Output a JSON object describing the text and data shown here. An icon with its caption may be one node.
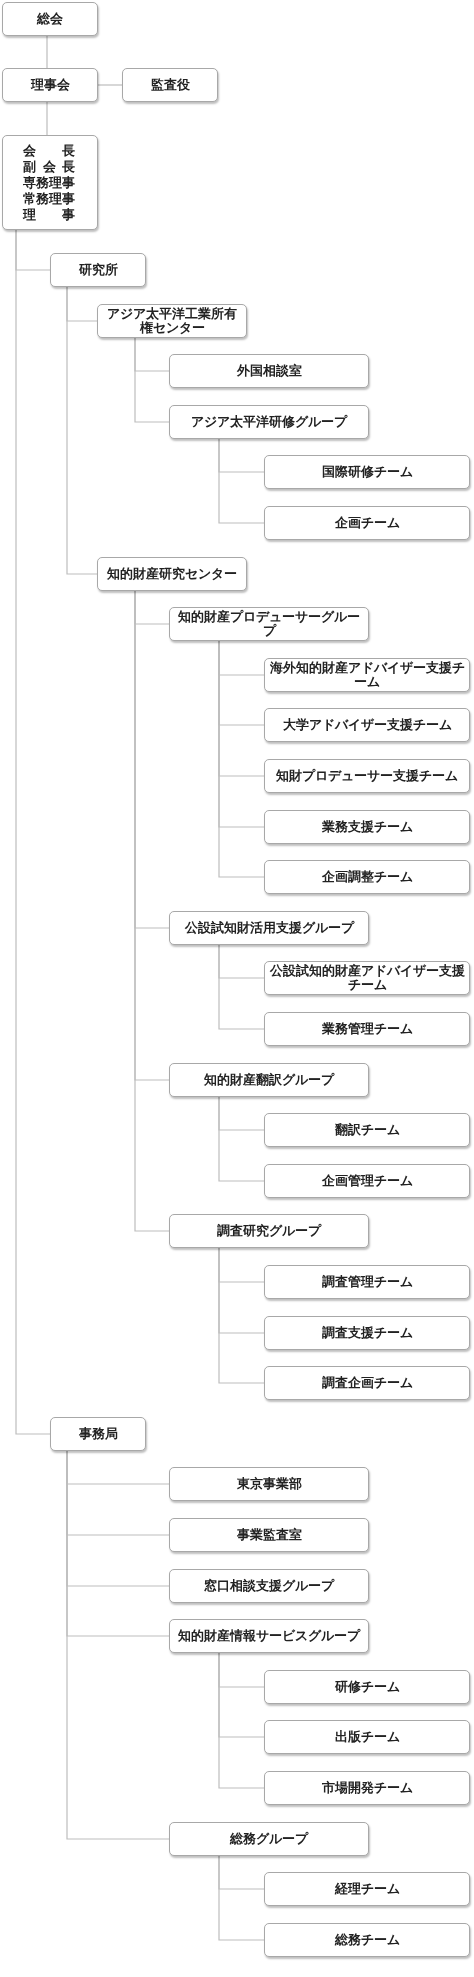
{
  "diagram": {
    "nodes": [
      {
        "text": [
          "総会"
        ]
      },
      {
        "text": [
          "理事会"
        ]
      },
      {
        "text": [
          "監査役"
        ]
      },
      {
        "text": [
          "会長",
          "副会長",
          "専務理事",
          "常務理事",
          "理事"
        ]
      },
      {
        "text": [
          "研究所"
        ]
      },
      {
        "text": [
          "アジア太平洋工業所有権センター"
        ]
      },
      {
        "text": [
          "外国相談室"
        ]
      },
      {
        "text": [
          "アジア太平洋研修グループ"
        ]
      },
      {
        "text": [
          "国際研修チーム"
        ]
      },
      {
        "text": [
          "企画チーム"
        ]
      },
      {
        "text": [
          "知的財産研究センター"
        ]
      },
      {
        "text": [
          "知的財産プロデューサーグループ"
        ]
      },
      {
        "text": [
          "海外知的財産アドバイザー支援チーム"
        ]
      },
      {
        "text": [
          "大学アドバイザー支援チーム"
        ]
      },
      {
        "text": [
          "知財プロデューサー支援チーム"
        ]
      },
      {
        "text": [
          "業務支援チーム"
        ]
      },
      {
        "text": [
          "企画調整チーム"
        ]
      },
      {
        "text": [
          "公設試知財活用支援グループ"
        ]
      },
      {
        "text": [
          "公設試知的財産アドバイザー支援チーム"
        ]
      },
      {
        "text": [
          "業務管理チーム"
        ]
      },
      {
        "text": [
          "知的財産翻訳グループ"
        ]
      },
      {
        "text": [
          "翻訳チーム"
        ]
      },
      {
        "text": [
          "企画管理チーム"
        ]
      },
      {
        "text": [
          "調査研究グループ"
        ]
      },
      {
        "text": [
          "調査管理チーム"
        ]
      },
      {
        "text": [
          "調査支援チーム"
        ]
      },
      {
        "text": [
          "調査企画チーム"
        ]
      },
      {
        "text": [
          "事務局"
        ]
      },
      {
        "text": [
          "東京事業部"
        ]
      },
      {
        "text": [
          "事業監査室"
        ]
      },
      {
        "text": [
          "窓口相談支援グループ"
        ]
      },
      {
        "text": [
          "知的財産情報サービスグループ"
        ]
      },
      {
        "text": [
          "研修チーム"
        ]
      },
      {
        "text": [
          "出版チーム"
        ]
      },
      {
        "text": [
          "市場開発チーム"
        ]
      },
      {
        "text": [
          "総務グループ"
        ]
      },
      {
        "text": [
          "経理チーム"
        ]
      },
      {
        "text": [
          "総務チーム"
        ]
      }
    ],
    "edges": [
      {
        "from": 0,
        "to": 1,
        "arrow": "none"
      },
      {
        "from": 1,
        "to": 2,
        "arrow": "none"
      },
      {
        "from": 1,
        "to": 3,
        "arrow": "none"
      },
      {
        "from": 3,
        "to": 4,
        "arrow": "none"
      },
      {
        "from": 3,
        "to": 27,
        "arrow": "none"
      },
      {
        "from": 4,
        "to": 5,
        "arrow": "none"
      },
      {
        "from": 4,
        "to": 10,
        "arrow": "none"
      },
      {
        "from": 5,
        "to": 6,
        "arrow": "none"
      },
      {
        "from": 5,
        "to": 7,
        "arrow": "none"
      },
      {
        "from": 7,
        "to": 8,
        "arrow": "none"
      },
      {
        "from": 7,
        "to": 9,
        "arrow": "none"
      },
      {
        "from": 10,
        "to": 11,
        "arrow": "none"
      },
      {
        "from": 10,
        "to": 17,
        "arrow": "none"
      },
      {
        "from": 10,
        "to": 20,
        "arrow": "none"
      },
      {
        "from": 10,
        "to": 23,
        "arrow": "none"
      },
      {
        "from": 11,
        "to": 12,
        "arrow": "none"
      },
      {
        "from": 11,
        "to": 13,
        "arrow": "none"
      },
      {
        "from": 11,
        "to": 14,
        "arrow": "none"
      },
      {
        "from": 11,
        "to": 15,
        "arrow": "none"
      },
      {
        "from": 11,
        "to": 16,
        "arrow": "none"
      },
      {
        "from": 17,
        "to": 18,
        "arrow": "none"
      },
      {
        "from": 17,
        "to": 19,
        "arrow": "none"
      },
      {
        "from": 20,
        "to": 21,
        "arrow": "none"
      },
      {
        "from": 20,
        "to": 22,
        "arrow": "none"
      },
      {
        "from": 23,
        "to": 24,
        "arrow": "none"
      },
      {
        "from": 23,
        "to": 25,
        "arrow": "none"
      },
      {
        "from": 23,
        "to": 26,
        "arrow": "none"
      },
      {
        "from": 27,
        "to": 28,
        "arrow": "none"
      },
      {
        "from": 27,
        "to": 29,
        "arrow": "none"
      },
      {
        "from": 27,
        "to": 30,
        "arrow": "none"
      },
      {
        "from": 27,
        "to": 31,
        "arrow": "none"
      },
      {
        "from": 27,
        "to": 35,
        "arrow": "none"
      },
      {
        "from": 31,
        "to": 32,
        "arrow": "none"
      },
      {
        "from": 31,
        "to": 33,
        "arrow": "none"
      },
      {
        "from": 31,
        "to": 34,
        "arrow": "none"
      },
      {
        "from": 35,
        "to": 36,
        "arrow": "none"
      },
      {
        "from": 35,
        "to": 37,
        "arrow": "none"
      }
    ]
  }
}
